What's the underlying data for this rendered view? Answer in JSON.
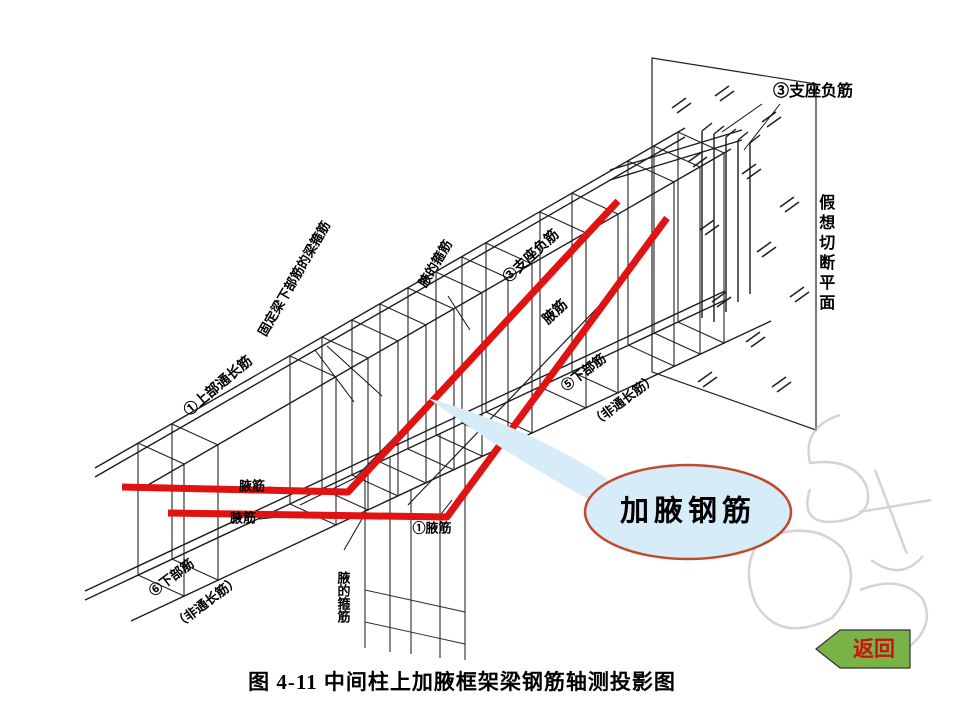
{
  "figure": {
    "caption": "图 4-11  中间柱上加腋框架梁钢筋轴测投影图",
    "callout_label": "加腋钢筋",
    "labels": {
      "support_negative_top": "③支座负筋",
      "cut_plane": "假想切断平面",
      "beam_stirrup_fixing": "固定梁下部筋的梁箍筋",
      "haunch_stirrup_upper": "腋的箍筋",
      "support_negative_mid": "③支座负筋",
      "haunch_bar_mid": "腋筋",
      "top_through_bar": "①上部通长筋",
      "bottom_bar_right_line1": "⑤下部筋",
      "bottom_bar_right_line2": "（非通长筋）",
      "haunch_bar_left_upper": "腋筋",
      "haunch_bar_left_lower": "腋筋",
      "haunch_bar_at_bend": "①腋筋",
      "haunch_stirrup_lower": "腋的箍筋",
      "bottom_bar_left_line1": "⑥下部筋",
      "bottom_bar_left_line2": "（非通长筋）"
    },
    "colors": {
      "haunch_bar_red": "#e01212",
      "callout_fill": "#d6ecf9",
      "callout_stroke": "#c2492e",
      "back_button_green": "#79b246",
      "back_button_text": "#cc1111"
    }
  },
  "nav": {
    "back_label": "返回"
  }
}
